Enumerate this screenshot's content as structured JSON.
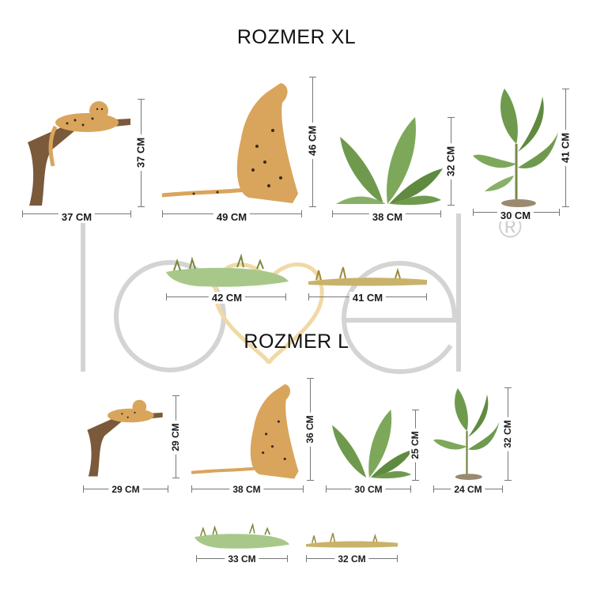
{
  "sections": {
    "xl": {
      "title": "ROZMER XL"
    },
    "l": {
      "title": "ROZMER L"
    }
  },
  "watermark": {
    "brand": "lovel",
    "mark": "®"
  },
  "xl_items": {
    "lying_cheetah": {
      "width": "37 CM",
      "height": "37 CM"
    },
    "sitting_cheetah": {
      "width": "49 CM",
      "height": "46 CM"
    },
    "bush": {
      "width": "38 CM",
      "height": "32 CM"
    },
    "banana_plant": {
      "width": "30 CM",
      "height": "41 CM"
    },
    "grass_green": {
      "width": "42 CM"
    },
    "grass_dry": {
      "width": "41 CM"
    }
  },
  "l_items": {
    "lying_cheetah": {
      "width": "29 CM",
      "height": "29 CM"
    },
    "sitting_cheetah": {
      "width": "38 CM",
      "height": "36 CM"
    },
    "bush": {
      "width": "30 CM",
      "height": "25 CM"
    },
    "banana_plant": {
      "width": "24 CM",
      "height": "32 CM"
    },
    "grass_green": {
      "width": "33 CM"
    },
    "grass_dry": {
      "width": "32 CM"
    }
  },
  "colors": {
    "cheetah": "#d9a55c",
    "leaf": "#6f9a4e",
    "trunk": "#7a5a3a",
    "grass_pool": "#a8c88a",
    "dry": "#c9b26a",
    "watermark": "#cfcfcf",
    "heart": "#f1d9a6"
  }
}
